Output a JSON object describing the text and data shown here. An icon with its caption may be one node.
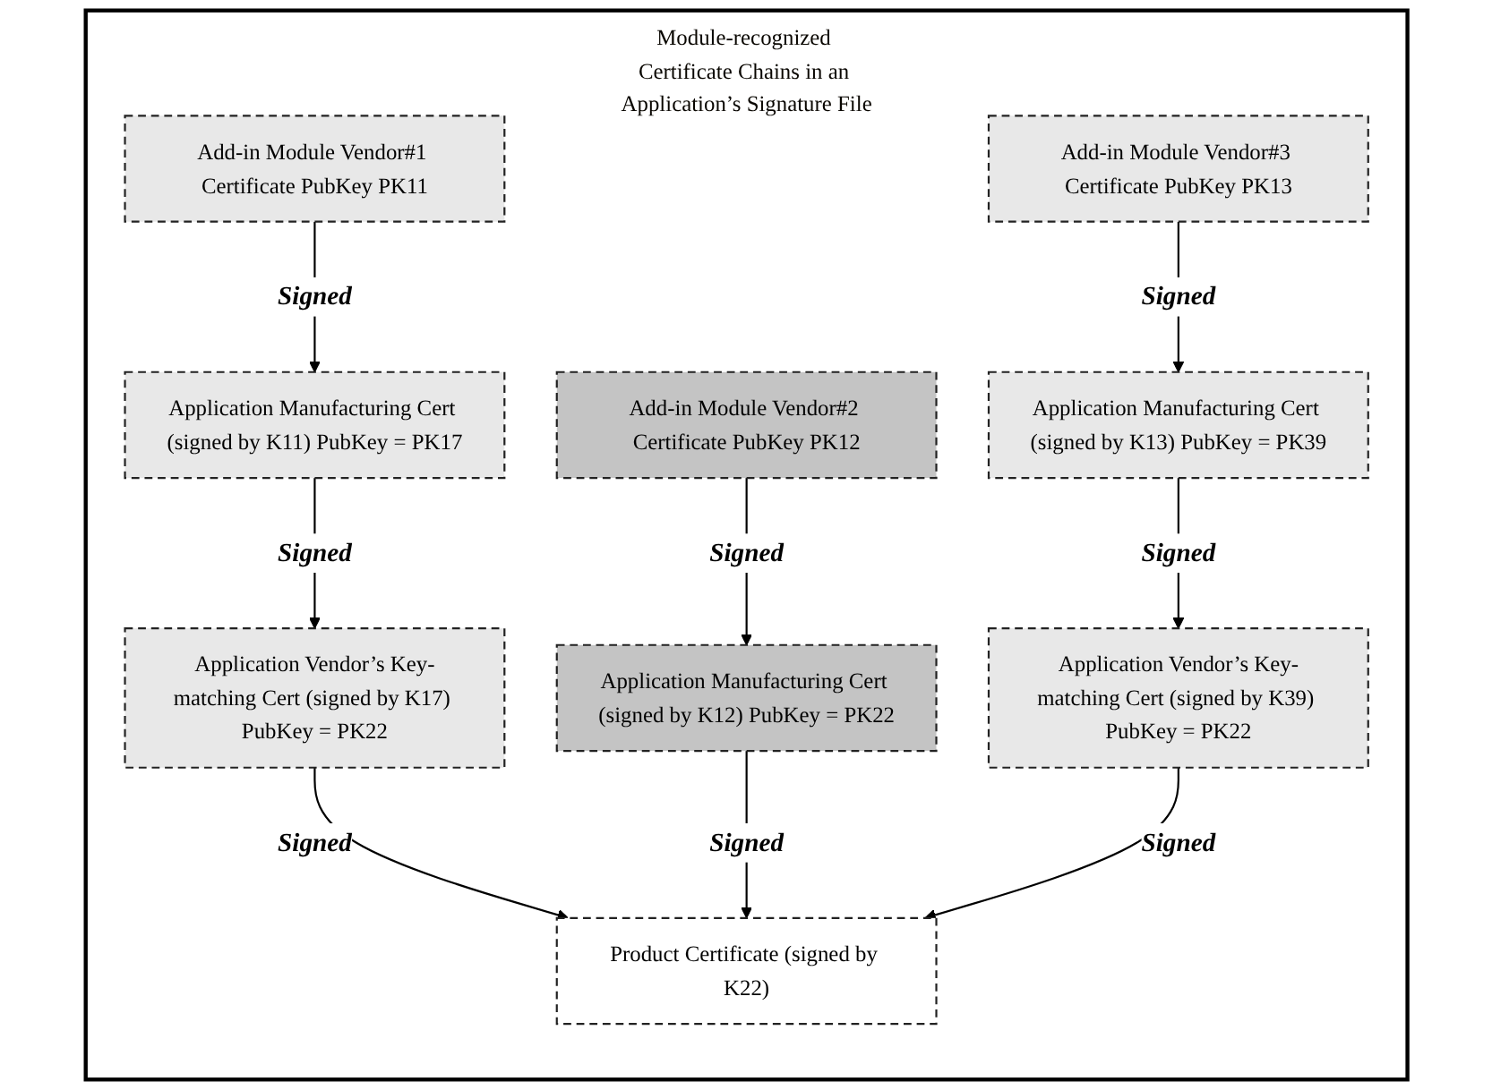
{
  "diagram": {
    "nodes": [
      {
        "text": [
          "Module-recognized Certificate Chains in an Application’s Signature File"
        ]
      },
      {
        "text": [
          "Add-in Module Vendor#1 Certificate PubKey PK11"
        ],
        "in": 0
      },
      {
        "text": [
          "Add-in Module Vendor#2 Certificate PubKey PK12"
        ],
        "in": 0
      },
      {
        "text": [
          "Add-in Module Vendor#3 Certificate PubKey PK13"
        ],
        "in": 0
      },
      {
        "text": [
          "Application Manufacturing Cert (signed by K11) PubKey = PK17"
        ],
        "in": 0
      },
      {
        "text": [
          "Application Manufacturing Cert (signed by K12) PubKey = PK22"
        ],
        "in": 0
      },
      {
        "text": [
          "Application Manufacturing Cert (signed by K13) PubKey = PK39"
        ],
        "in": 0
      },
      {
        "text": [
          "Application Vendor’s Key-matching Cert (signed by K17) PubKey = PK22"
        ],
        "in": 0
      },
      {
        "text": [
          "Application Vendor’s Key-matching Cert (signed by K39) PubKey = PK22"
        ],
        "in": 0
      },
      {
        "text": [
          "Product Certificate (signed by K22)"
        ],
        "in": 0
      }
    ],
    "edges": [
      {
        "from": 1,
        "to": 4,
        "arrow": "to",
        "label": "Signed"
      },
      {
        "from": 2,
        "to": 5,
        "arrow": "to",
        "label": "Signed"
      },
      {
        "from": 3,
        "to": 6,
        "arrow": "to",
        "label": "Signed"
      },
      {
        "from": 4,
        "to": 7,
        "arrow": "to",
        "label": "Signed"
      },
      {
        "from": 6,
        "to": 8,
        "arrow": "to",
        "label": "Signed"
      },
      {
        "from": 7,
        "to": 9,
        "arrow": "to",
        "label": "Signed"
      },
      {
        "from": 5,
        "to": 9,
        "arrow": "to",
        "label": "Signed"
      },
      {
        "from": 8,
        "to": 9,
        "arrow": "to",
        "label": "Signed"
      }
    ]
  }
}
